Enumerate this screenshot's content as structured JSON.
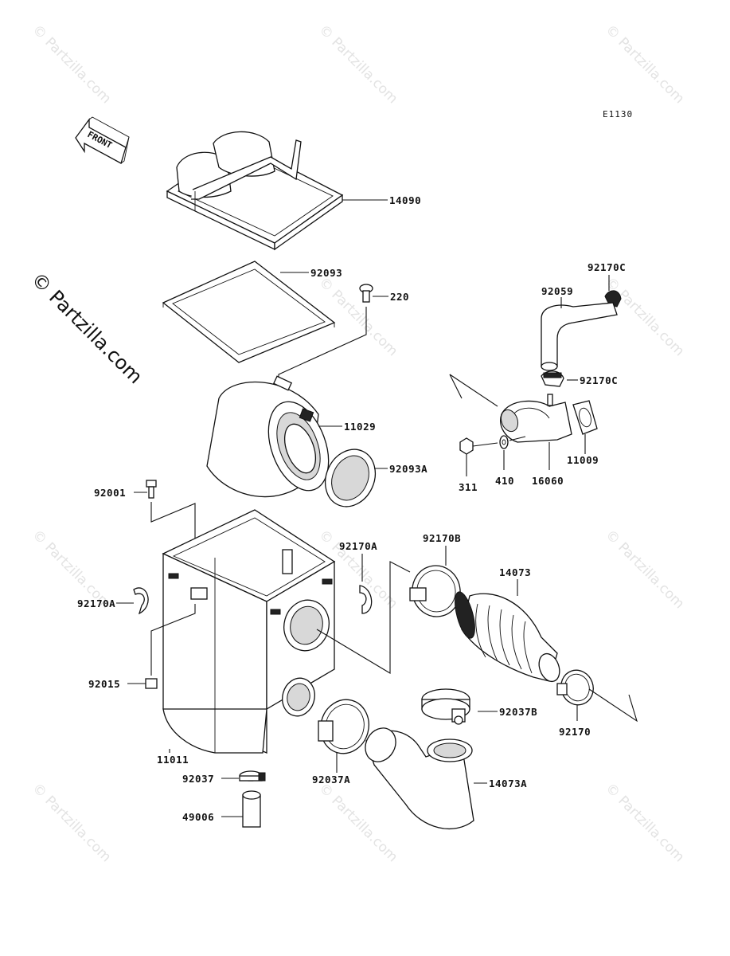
{
  "diagram_code": "E1130",
  "front_arrow_label": "FRONT",
  "side_watermark": "© Partzilla.com",
  "watermark_text": "© Partzilla.com",
  "parts": [
    {
      "id": "14090",
      "label": "14090"
    },
    {
      "id": "92093",
      "label": "92093"
    },
    {
      "id": "220",
      "label": "220"
    },
    {
      "id": "11029",
      "label": "11029"
    },
    {
      "id": "92093A",
      "label": "92093A"
    },
    {
      "id": "92001",
      "label": "92001"
    },
    {
      "id": "92170A-left",
      "label": "92170A"
    },
    {
      "id": "92015",
      "label": "92015"
    },
    {
      "id": "11011",
      "label": "11011"
    },
    {
      "id": "92037",
      "label": "92037"
    },
    {
      "id": "49006",
      "label": "49006"
    },
    {
      "id": "92170A-right",
      "label": "92170A"
    },
    {
      "id": "92037A",
      "label": "92037A"
    },
    {
      "id": "14073A",
      "label": "14073A"
    },
    {
      "id": "92170B",
      "label": "92170B"
    },
    {
      "id": "14073",
      "label": "14073"
    },
    {
      "id": "92037B",
      "label": "92037B"
    },
    {
      "id": "92170",
      "label": "92170"
    },
    {
      "id": "92170C-top",
      "label": "92170C"
    },
    {
      "id": "92059",
      "label": "92059"
    },
    {
      "id": "92170C-mid",
      "label": "92170C"
    },
    {
      "id": "11009",
      "label": "11009"
    },
    {
      "id": "16060",
      "label": "16060"
    },
    {
      "id": "410",
      "label": "410"
    },
    {
      "id": "311",
      "label": "311"
    }
  ]
}
